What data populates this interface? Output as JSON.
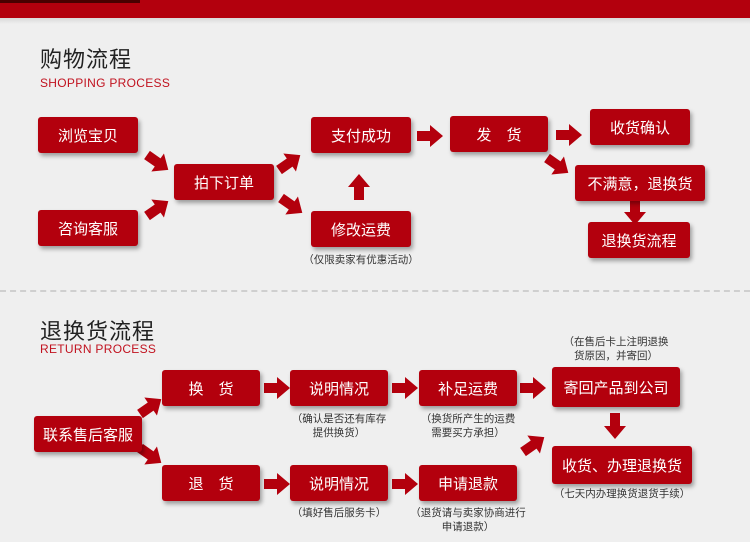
{
  "shopping": {
    "title": "购物流程",
    "subtitle": "SHOPPING PROCESS",
    "steps": {
      "browse": "浏览宝贝",
      "consult": "咨询客服",
      "order": "拍下订单",
      "pay": "支付成功",
      "modify_fee": "修改运费",
      "ship": "发　货",
      "confirm": "收货确认",
      "unsatisfied": "不满意，退换货",
      "return_flow": "退换货流程"
    },
    "notes": {
      "modify_fee": "（仅限卖家有优惠活动）"
    }
  },
  "return": {
    "title": "退换货流程",
    "subtitle": "RETURN PROCESS",
    "steps": {
      "contact": "联系售后客服",
      "exchange": "换　货",
      "explain1": "说明情况",
      "topup": "补足运费",
      "send_back": "寄回产品到公司",
      "refund": "退　货",
      "explain2": "说明情况",
      "apply": "申请退款",
      "receive": "收货、办理退换货"
    },
    "notes": {
      "send_back_line1": "（在售后卡上注明退换",
      "send_back_line2": "货原因，并寄回）",
      "explain1_line1": "（确认是否还有库存",
      "explain1_line2": "提供换货）",
      "topup_line1": "（换货所产生的运费",
      "topup_line2": "需要买方承担）",
      "explain2": "（填好售后服务卡）",
      "apply_line1": "（退货请与卖家协商进行",
      "apply_line2": "申请退款）",
      "receive": "（七天内办理换货退货手续）"
    }
  },
  "colors": {
    "box": "#b3000d",
    "accent": "#c1121f",
    "background": "#efefef"
  }
}
